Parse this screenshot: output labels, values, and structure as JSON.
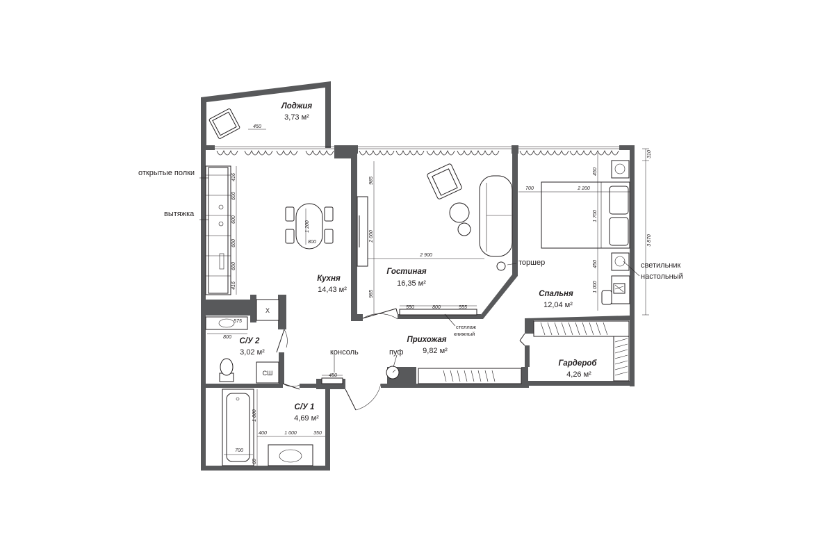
{
  "rooms": {
    "loggia": {
      "name": "Лоджия",
      "area": "3,73 м²"
    },
    "kitchen": {
      "name": "Кухня",
      "area": "14,43 м²"
    },
    "living": {
      "name": "Гостиная",
      "area": "16,35 м²"
    },
    "bedroom": {
      "name": "Спальня",
      "area": "12,04 м²"
    },
    "hall": {
      "name": "Прихожая",
      "area": "9,82 м²"
    },
    "wardrobe": {
      "name": "Гардероб",
      "area": "4,26 м²"
    },
    "bath2": {
      "name": "С/У 2",
      "area": "3,02 м²"
    },
    "bath1": {
      "name": "С/У 1",
      "area": "4,69 м²"
    }
  },
  "callouts": {
    "open_shelves": "открытые полки",
    "hood": "вытяжка",
    "floor_lamp": "торшер",
    "lamp_line1": "светильник",
    "lamp_line2": "настольный",
    "console": "консоль",
    "pouf": "пуф",
    "bookcase_line1": "стеллаж",
    "bookcase_line2": "книжный"
  },
  "marks": {
    "x": "Х",
    "washer_dryer": "СШ"
  },
  "dimensions": {
    "loggia_chair": "450",
    "kitchen_416_top": "416",
    "kitchen_600_1": "600",
    "kitchen_600_2": "600",
    "kitchen_600_3": "600",
    "kitchen_600_4": "600",
    "kitchen_416_bottom": "416",
    "table_len": "1 200",
    "table_w": "800",
    "living_985_top": "985",
    "living_2000": "2 000",
    "living_985_bottom": "985",
    "living_2900": "2 900",
    "shelf_550": "550",
    "shelf_800": "800",
    "shelf_555": "555",
    "bed_left": "700",
    "bed_width": "2 200",
    "bed_top": "450",
    "bed_length": "1 700",
    "bed_bottom": "450",
    "desk_1000": "1 000",
    "bedroom_310": "310",
    "bedroom_3870": "3 870",
    "bath2_575": "575",
    "bath2_800": "800",
    "console_450": "450",
    "bath1_1800": "1 800",
    "bath1_400": "400",
    "bath1_1000": "1 000",
    "bath1_350": "350",
    "bath1_700": "700",
    "bath1_60": "60"
  }
}
